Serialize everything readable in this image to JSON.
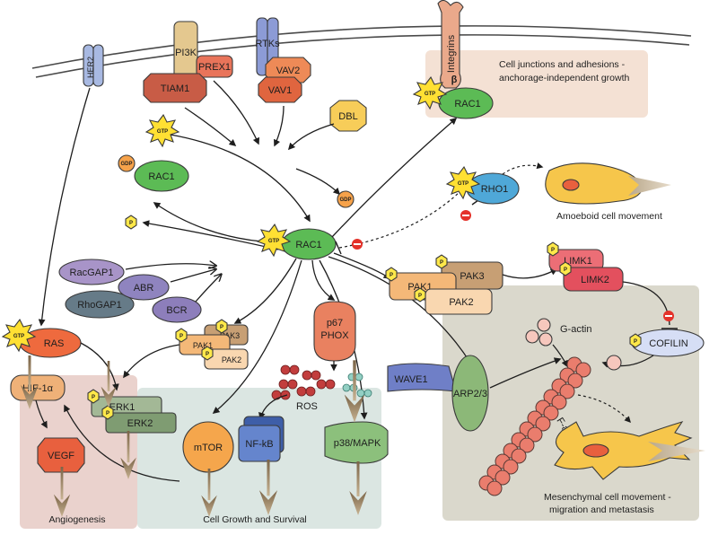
{
  "membrane": {
    "labels": [
      "HER2",
      "PI3K",
      "PREX1",
      "TIAM1",
      "RTKs",
      "VAV2",
      "VAV1",
      "Integrins"
    ],
    "beta": "β"
  },
  "regions": {
    "junctions": "Cell junctions and adhesions -",
    "junctions_line2": "anchorage-independent growth",
    "amoeboid": "Amoeboid cell movement",
    "mesenchymal": "Mesenchymal cell movement -",
    "mesenchymal_line2": "migration and metastasis",
    "angiogenesis": "Angiogenesis",
    "growth": "Cell Growth and Survival"
  },
  "nodes": {
    "dbl": "DBL",
    "rac1_gdp": "RAC1",
    "rac1_center": "RAC1",
    "rac1_top": "RAC1",
    "rho1": "RHO1",
    "racgap1": "RacGAP1",
    "abr": "ABR",
    "rhogap1": "RhoGAP1",
    "bcr": "BCR",
    "ras": "RAS",
    "pak3_main": "PAK3",
    "pak1_main": "PAK1",
    "pak2_main": "PAK2",
    "pak3_small": "PAK3",
    "pak1_small": "PAK1",
    "pak2_small": "PAK2",
    "limk1": "LIMK1",
    "limk2": "LIMK2",
    "cofilin": "COFILIN",
    "g_actin": "G-actin",
    "f_actin": "F-actin",
    "wave1": "WAVE1",
    "arp23": "ARP2/3",
    "hif1a": "HIF-1α",
    "erk1": "ERK1",
    "erk2": "ERK2",
    "vegf": "VEGF",
    "mtor": "mTOR",
    "nfkb": "NF-kB",
    "p67": "p67",
    "phox": "PHOX",
    "ros": "ROS",
    "p38": "p38/MAPK"
  },
  "badges": {
    "gtp": "GTP",
    "gdp": "GDP",
    "p": "P"
  },
  "colors": {
    "rac_green": "#5cbb55",
    "pak_orange": "#f4b878",
    "pak_light": "#f9d7b0",
    "pak_brown": "#c79f74",
    "limk_pink": "#ec6e76",
    "cofilin_blue": "#d6def5",
    "gap_purple": "#a894c8",
    "gap_slate": "#667b88",
    "ras_orange": "#ee6a3e",
    "hif_tan": "#efb178",
    "erk_green": "#7f9c72",
    "vegf_red": "#e8603e",
    "mtor_orange": "#f5a64c",
    "nfkb_blue": "#6585cd",
    "p67_salmon": "#e98160",
    "p38_green": "#8cc07c",
    "junction_bg": "#f4e1d4",
    "mesen_bg": "#dad8cc",
    "angio_bg": "#ead2cd",
    "growth_bg": "#dbe6e2",
    "gtp_yellow": "#ffe033",
    "p_yellow": "#ffe84a",
    "gdp_orange": "#f6a24a",
    "actin_red": "#ea7d6d",
    "cell_yellow": "#f6c64b",
    "inhibit_red": "#e4322a"
  },
  "icons": [
    "gtp-starburst-icon",
    "gdp-circle-icon",
    "phosphate-hexagon-icon",
    "inhibition-circle-icon",
    "downward-output-arrow-icon"
  ]
}
